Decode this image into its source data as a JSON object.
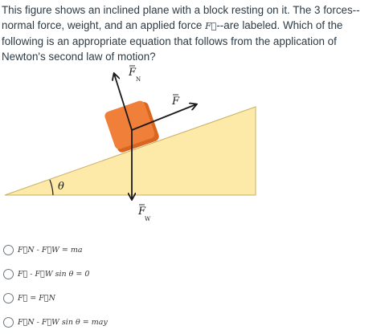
{
  "question": {
    "part1": "This figure shows an inclined plane with a block resting on it.  The 3 forces--normal force, weight, and an applied force ",
    "force_symbol": "F⃗",
    "part2": "--are labeled.  Which of the following is an appropriate equation that follows from the application of Newton's second law of motion?"
  },
  "figure": {
    "colors": {
      "incline_fill": "#fdeaa8",
      "incline_stroke": "#c9b063",
      "block_fill": "#f07f3a",
      "block_shadow": "#d9651e",
      "arrow": "#1a1a1a"
    },
    "labels": {
      "normal_force": "F",
      "normal_subscript": "N",
      "applied_force": "F",
      "weight_force": "F",
      "weight_subscript": "W",
      "angle": "θ"
    }
  },
  "answers": [
    {
      "text": "F⃗N - F⃗W = ma"
    },
    {
      "text": "F⃗ - F⃗W sin θ = 0"
    },
    {
      "text": "F⃗ = F⃗N"
    },
    {
      "text": "F⃗N - F⃗W sin θ = may"
    }
  ]
}
